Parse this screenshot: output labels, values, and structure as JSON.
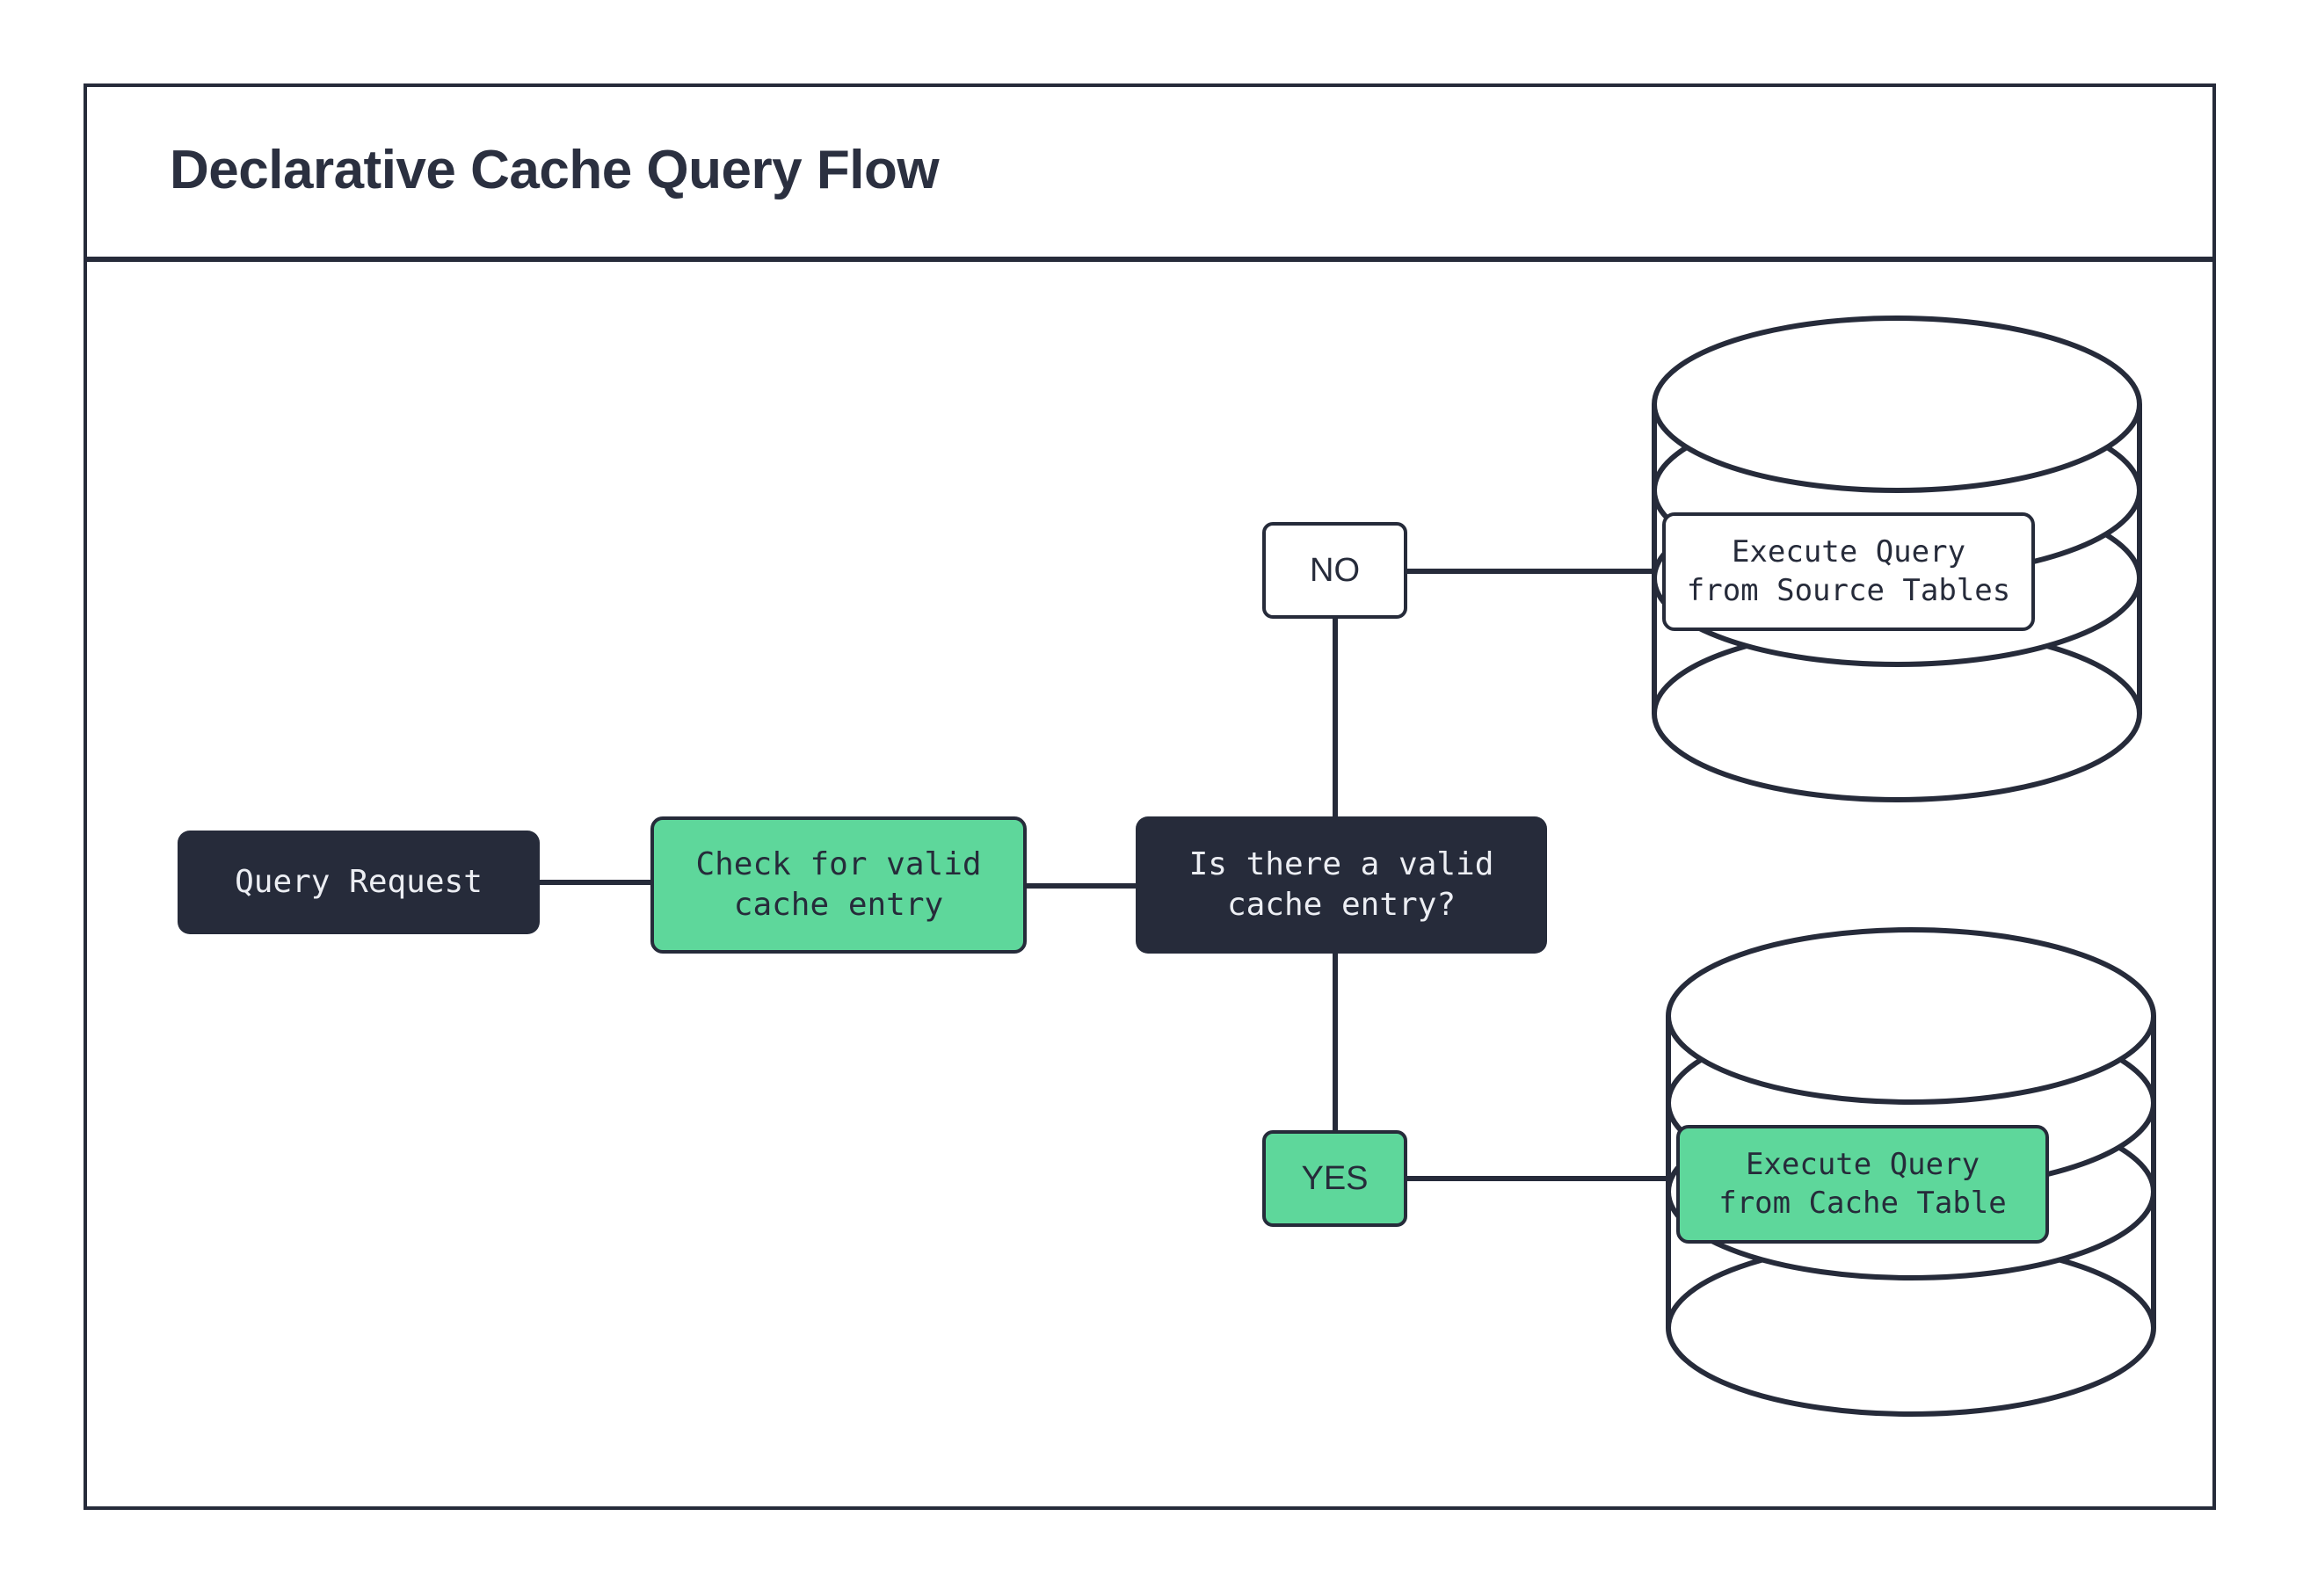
{
  "page": {
    "title": "Declarative Cache Query Flow",
    "background": "#ffffff"
  },
  "colors": {
    "ink": "#262b3a",
    "accent_green": "#5ed79b",
    "surface": "#ffffff",
    "dark_text": "#eceef3"
  },
  "diagram": {
    "type": "flowchart",
    "nodes": [
      {
        "id": "query-request",
        "label": "Query Request",
        "shape": "rounded-rect",
        "style": "dark"
      },
      {
        "id": "check-cache",
        "label": "Check for valid\ncache entry",
        "shape": "rounded-rect",
        "style": "green"
      },
      {
        "id": "decision",
        "label": "Is there a valid\ncache entry?",
        "shape": "rounded-rect",
        "style": "dark"
      },
      {
        "id": "label-no",
        "label": "NO",
        "shape": "rounded-rect",
        "style": "white"
      },
      {
        "id": "label-yes",
        "label": "YES",
        "shape": "rounded-rect",
        "style": "green"
      },
      {
        "id": "source-tables",
        "label": "Execute Query\nfrom Source Tables",
        "shape": "database-cylinder",
        "style": "white"
      },
      {
        "id": "cache-table",
        "label": "Execute Query\nfrom Cache Table",
        "shape": "database-cylinder",
        "style": "green"
      }
    ],
    "edges": [
      {
        "from": "query-request",
        "to": "check-cache",
        "label": ""
      },
      {
        "from": "check-cache",
        "to": "decision",
        "label": ""
      },
      {
        "from": "decision",
        "to": "label-no",
        "label": "NO"
      },
      {
        "from": "decision",
        "to": "label-yes",
        "label": "YES"
      },
      {
        "from": "label-no",
        "to": "source-tables",
        "label": ""
      },
      {
        "from": "label-yes",
        "to": "cache-table",
        "label": ""
      }
    ]
  }
}
